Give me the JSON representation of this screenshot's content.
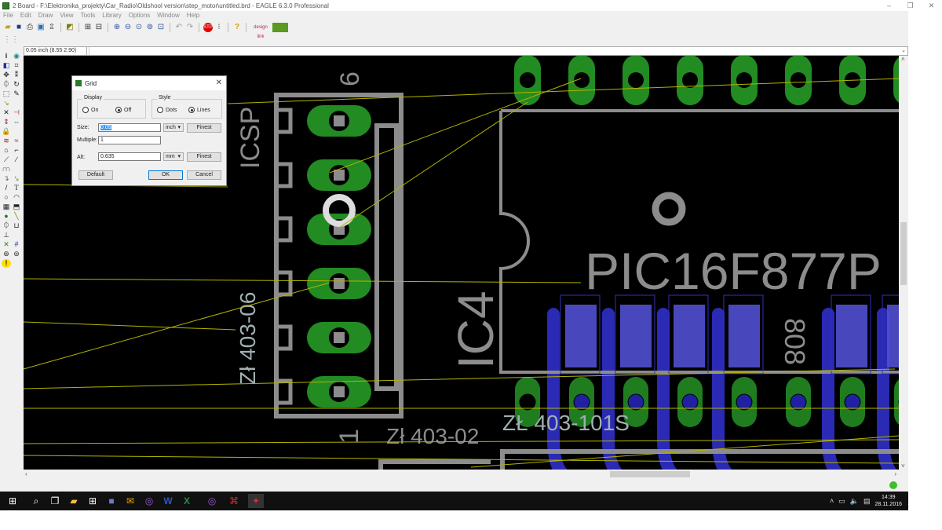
{
  "window": {
    "title": "2 Board - F:\\Elektronika_projekty\\Car_Radio\\Oldshool version\\step_motor\\untitled.brd - EAGLE 6.3.0 Professional",
    "controls": {
      "minimize": "–",
      "restore": "❐",
      "close": "✕"
    }
  },
  "menu": [
    "File",
    "Edit",
    "Draw",
    "View",
    "Tools",
    "Library",
    "Options",
    "Window",
    "Help"
  ],
  "toolbar": {
    "icons": [
      "open-icon",
      "save-icon",
      "print-icon",
      "cam-icon",
      "script-icon",
      "board-icon",
      "zoom-fit-icon",
      "zoom-in-icon",
      "zoom-out-icon",
      "zoom-redraw-icon",
      "zoom-select-icon",
      "undo-icon",
      "redo-icon",
      "stop-icon",
      "go-icon",
      "help-icon",
      "design-link-icon",
      "pcb-quote-icon"
    ],
    "designlink": "design link",
    "grid_icon": "grid-icon"
  },
  "command": {
    "coordinate": "0.05 inch (8.55 2.90)",
    "value": ""
  },
  "grid_dialog": {
    "title": "Grid",
    "display_label": "Display",
    "display_on": "On",
    "display_off": "Off",
    "display_selected": "Off",
    "style_label": "Style",
    "style_dots": "Dots",
    "style_lines": "Lines",
    "style_selected": "Lines",
    "size_label": "Size:",
    "size_value": "0.05",
    "size_unit": "inch",
    "multiple_label": "Multiple:",
    "multiple_value": "1",
    "alt_label": "Alt:",
    "alt_value": "0.635",
    "alt_unit": "mm",
    "finest": "Finest",
    "default_button": "Default",
    "ok_button": "OK",
    "cancel_button": "Cancel"
  },
  "board": {
    "labels": {
      "icsp": "ICSP",
      "pin6": "6",
      "pin1": "1",
      "conn_left": "Zł 403-06",
      "conn_bottom": "Zł 403-02",
      "conn_right": "ZŁ 403-101S",
      "ic_name": "IC4",
      "ic_value": "PIC16F877P",
      "smd_label": "808"
    },
    "colors": {
      "background": "#000000",
      "pad": "#228b22",
      "pad_highlight": "#3cb43c",
      "silkscreen": "#8c8c8c",
      "airwire": "#b4b400",
      "bottom_copper": "#2a2ab4",
      "smd": "#5050d0"
    }
  },
  "taskbar": {
    "apps": [
      "windows-start-icon",
      "search-icon",
      "task-view-icon",
      "file-explorer-icon",
      "store-icon",
      "save-app-icon",
      "outlook-icon",
      "chrome-icon",
      "word-icon",
      "excel-icon",
      "chrome-icon-2",
      "acrobat-icon",
      "eagle-icon"
    ],
    "time": "14:39",
    "date": "28.11.2016"
  }
}
